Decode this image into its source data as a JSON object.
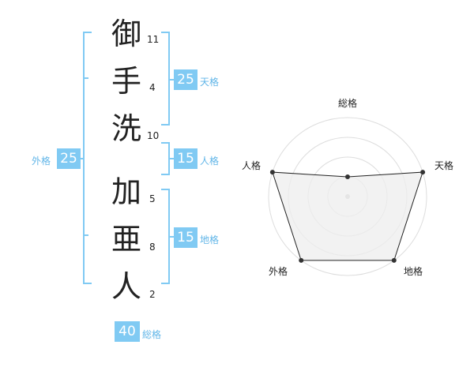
{
  "colors": {
    "accent": "#80caf3",
    "accent_text": "#62b6e8",
    "char": "#222222",
    "radar_grid": "#dddddd",
    "radar_fill": "#eeeeee",
    "radar_stroke": "#222222",
    "radar_point": "#333333",
    "radar_center": "#cccccc"
  },
  "name": {
    "surname": [
      {
        "char": "御",
        "strokes": "11"
      },
      {
        "char": "手",
        "strokes": "4"
      },
      {
        "char": "洗",
        "strokes": "10"
      }
    ],
    "given": [
      {
        "char": "加",
        "strokes": "5"
      },
      {
        "char": "亜",
        "strokes": "8"
      },
      {
        "char": "人",
        "strokes": "2"
      }
    ]
  },
  "fortunes": {
    "tenkaku": {
      "value": "25",
      "label": "天格"
    },
    "jinkaku": {
      "value": "15",
      "label": "人格"
    },
    "chikaku": {
      "value": "15",
      "label": "地格"
    },
    "gaikaku": {
      "value": "25",
      "label": "外格"
    },
    "soukaku": {
      "value": "40",
      "label": "総格"
    }
  },
  "chart_data": {
    "type": "radar",
    "axes": [
      "総格",
      "天格",
      "地格",
      "外格",
      "人格"
    ],
    "scale_max": 4,
    "rings": 4,
    "values": [
      1,
      4,
      4,
      4,
      4
    ]
  }
}
